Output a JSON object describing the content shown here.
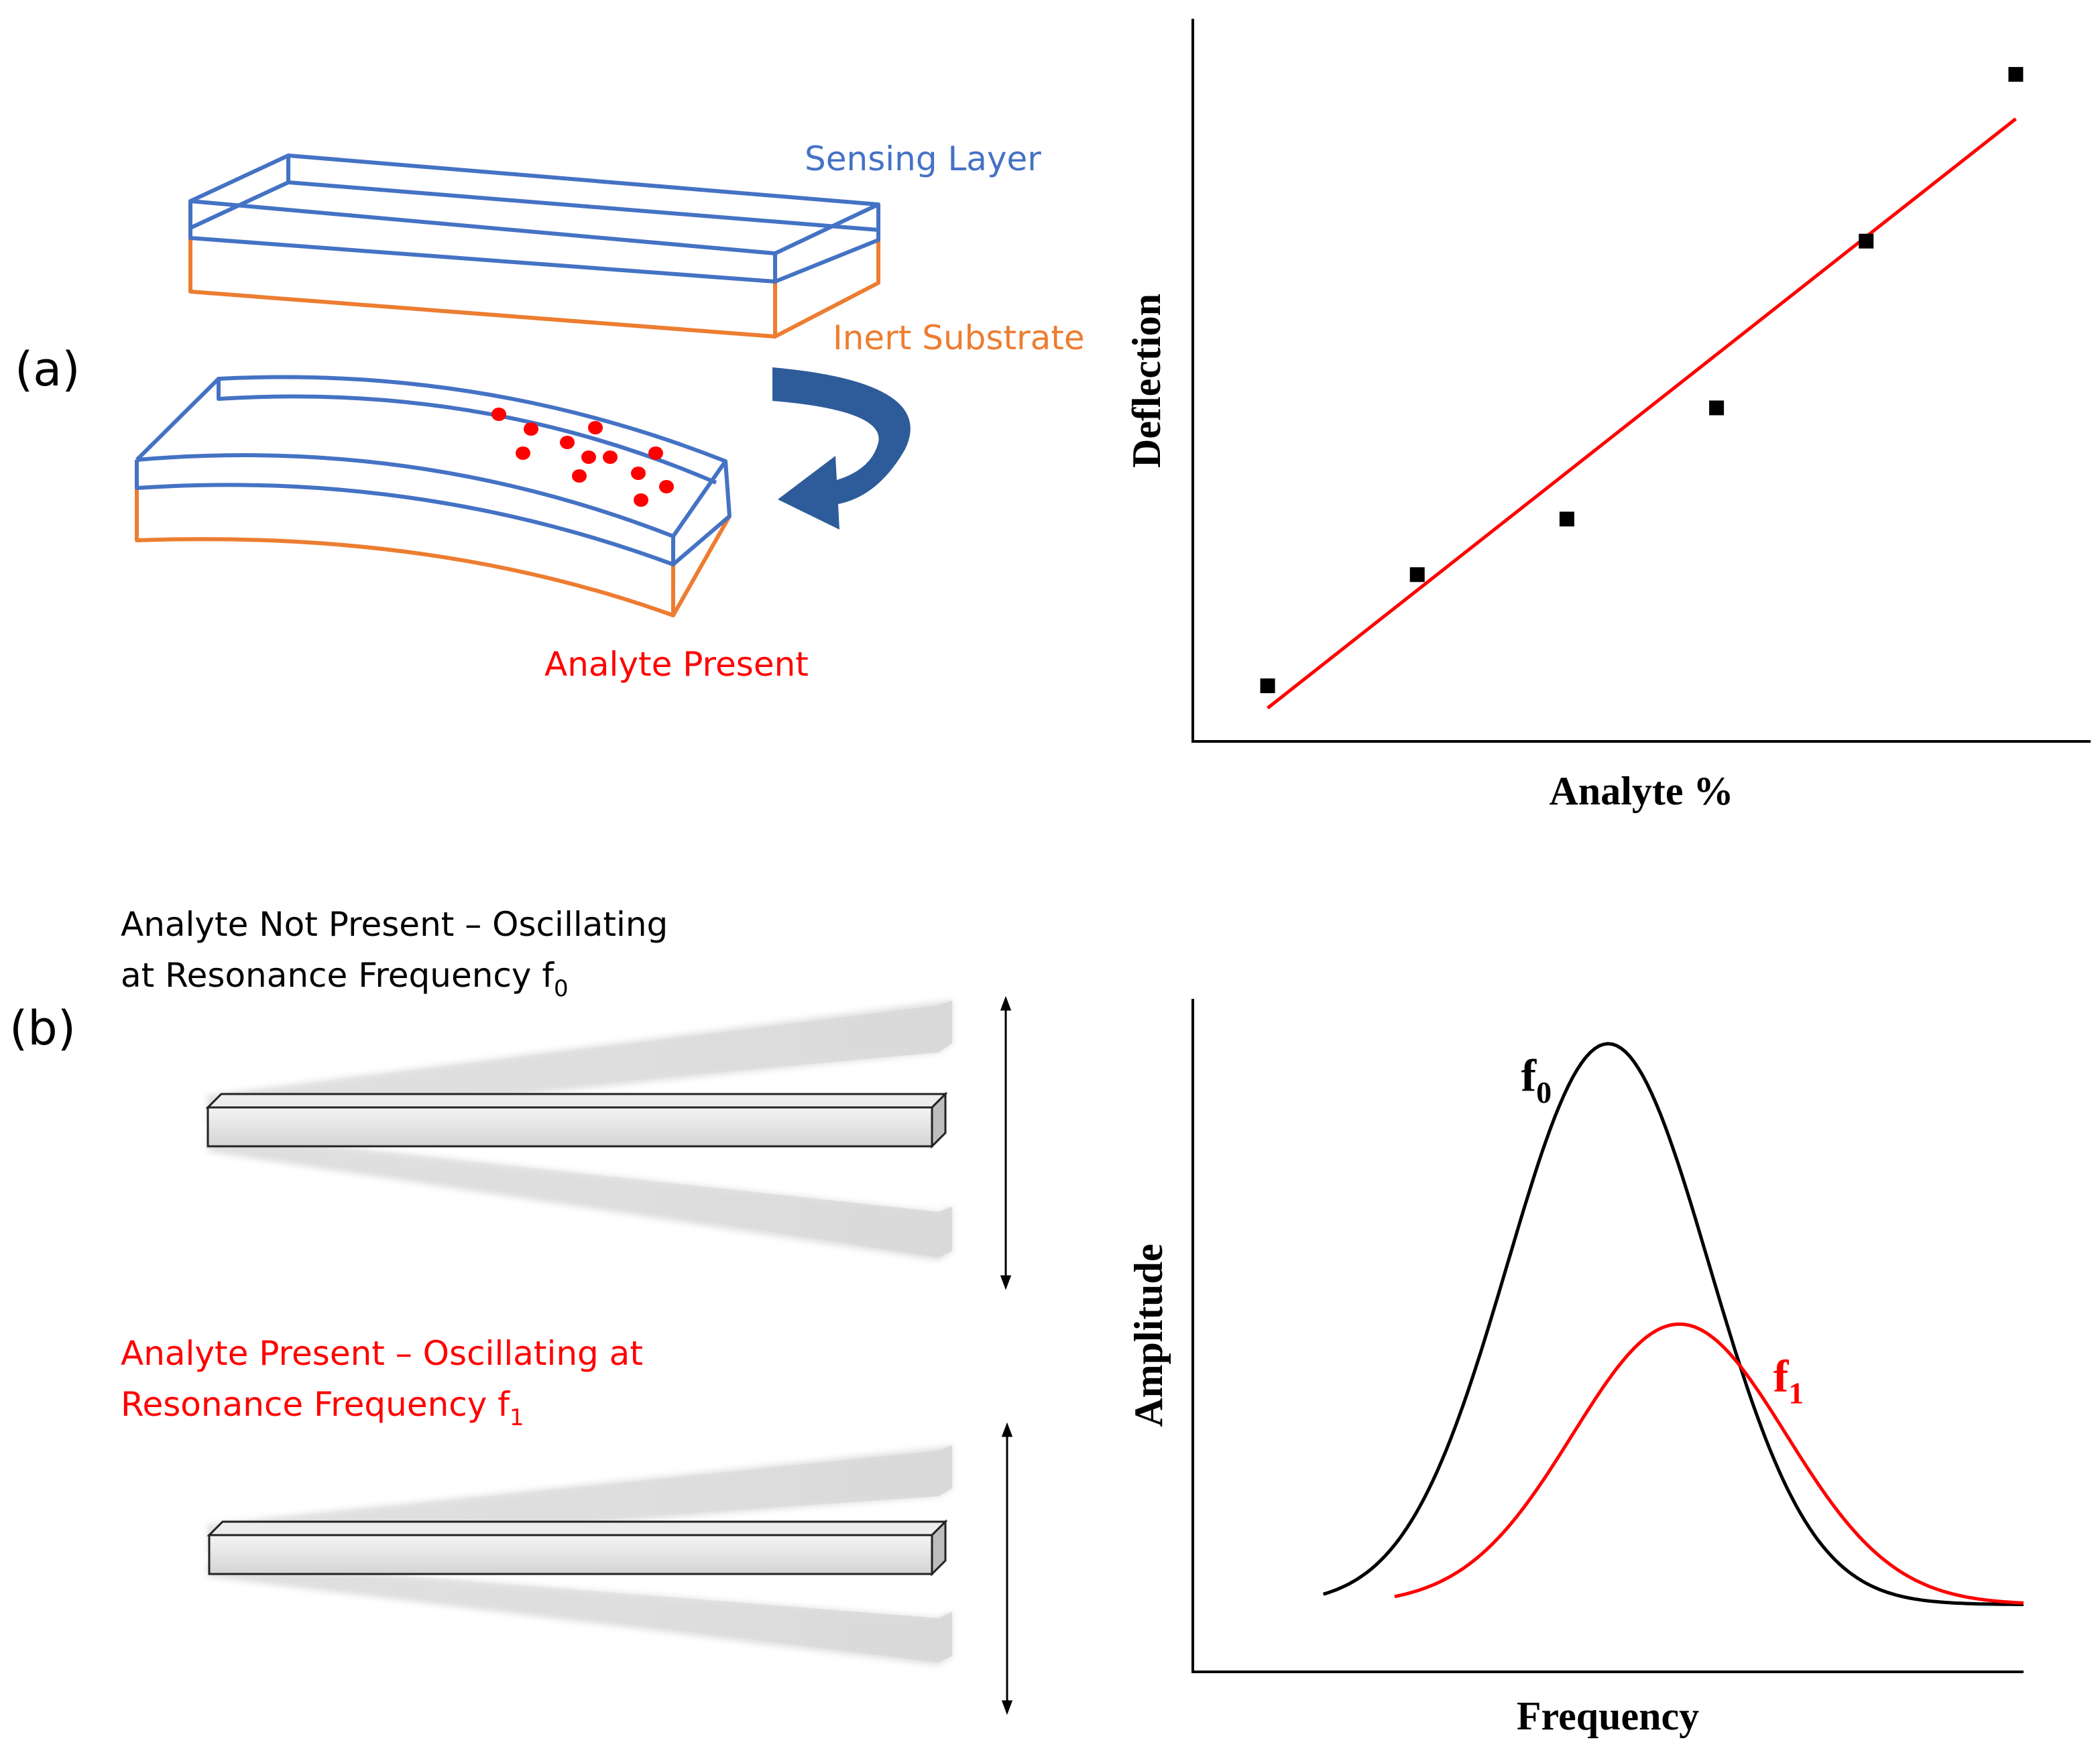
{
  "panel_a": {
    "label": "(a)",
    "sensing_layer": "Sensing Layer",
    "inert_substrate": "Inert Substrate",
    "analyte_present": "Analyte Present"
  },
  "panel_b": {
    "label": "(b)",
    "not_present_line1": "Analyte Not Present – Oscillating",
    "not_present_line2": "at Resonance Frequency f",
    "not_present_sub": "0",
    "present_line1": "Analyte Present – Oscillating at",
    "present_line2": "Resonance Frequency f",
    "present_sub": "1"
  },
  "colors": {
    "blue": "#4472C4",
    "orange": "#ED7D31",
    "red": "#FF0000",
    "black": "#000000",
    "arrow_blue": "#2E5C9A"
  },
  "chart_data": [
    {
      "type": "scatter",
      "xlabel": "Analyte %",
      "ylabel": "Deflection",
      "points": [
        {
          "x": 1,
          "y": 1.0
        },
        {
          "x": 2,
          "y": 2.0
        },
        {
          "x": 3,
          "y": 2.5
        },
        {
          "x": 4,
          "y": 3.5
        },
        {
          "x": 5,
          "y": 5.0
        },
        {
          "x": 6,
          "y": 6.5
        }
      ],
      "fit_line": {
        "x": [
          1,
          6
        ],
        "y": [
          0.8,
          6.1
        ]
      },
      "xlim": [
        0.5,
        6.5
      ],
      "ylim": [
        0.5,
        7.0
      ],
      "grid": false
    },
    {
      "type": "line",
      "xlabel": "Frequency",
      "ylabel": "Amplitude",
      "series": [
        {
          "name": "f",
          "sub": "0",
          "color": "#000000",
          "center": 4.0,
          "sigma": 0.85,
          "amplitude": 10.0,
          "xrange": [
            1.6,
            7.5
          ]
        },
        {
          "name": "f",
          "sub": "1",
          "color": "#FF0000",
          "center": 4.6,
          "sigma": 0.9,
          "amplitude": 5.0,
          "xrange": [
            2.2,
            7.5
          ]
        }
      ],
      "xlim": [
        0.5,
        7.5
      ],
      "ylim": [
        0,
        12
      ],
      "grid": false
    }
  ]
}
